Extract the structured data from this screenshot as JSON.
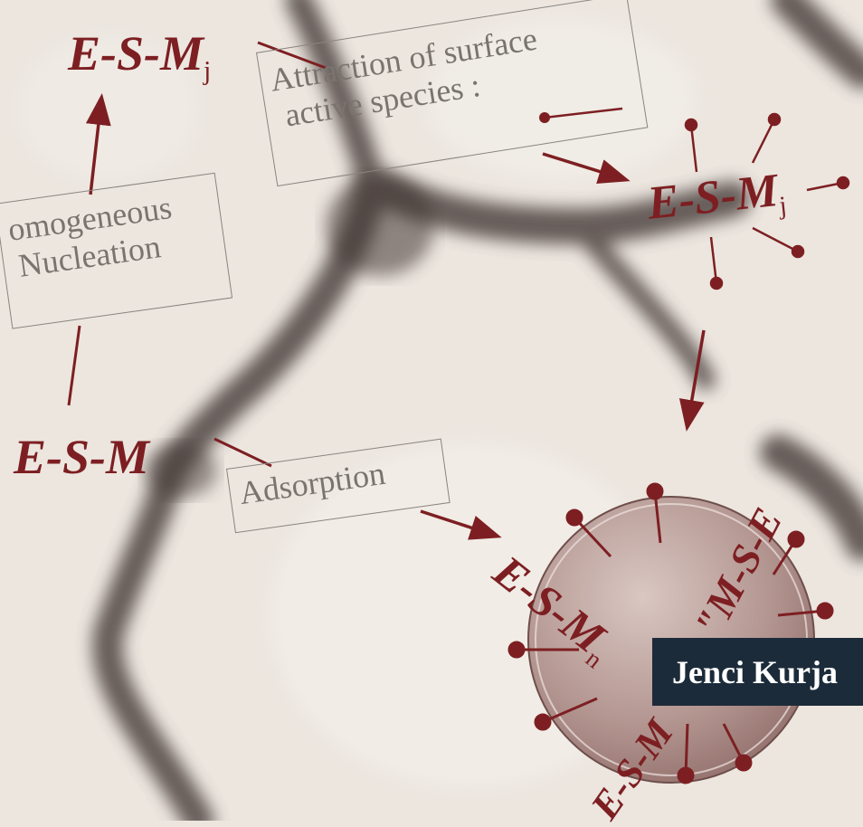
{
  "labels": {
    "esm_j_top": {
      "base": "E-S-M",
      "sub": "j"
    },
    "esm_j_right": {
      "base": "E-S-M",
      "sub": "j"
    },
    "esm_bottom": {
      "base": "E-S-M"
    },
    "esm_n_arc": {
      "base": "E-S-M",
      "sub": "n"
    },
    "msE_arc": "\"M-S-E",
    "esm_lower_arc": "E-S-M"
  },
  "boxes": {
    "attraction_line1": "Attraction of surface",
    "attraction_line2": "active species :",
    "nucleation_line1": "omogeneous",
    "nucleation_line2": "Nucleation",
    "adsorption": "Adsorption"
  },
  "author": "Jenci Kurja",
  "colors": {
    "accent": "#7d1f22",
    "box_text": "#7a746f",
    "author_bg": "#1c2b3a",
    "background": "#ece6df"
  }
}
